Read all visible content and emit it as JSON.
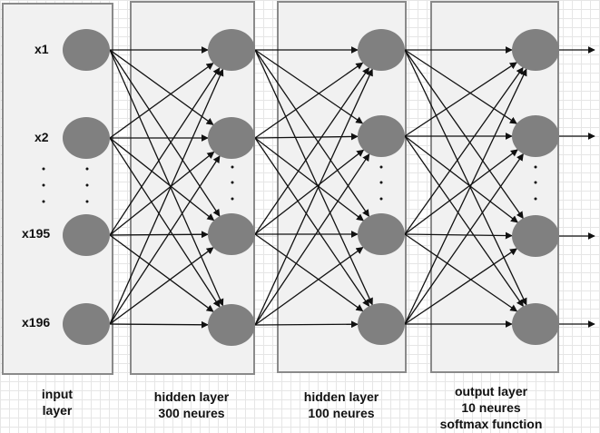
{
  "colors": {
    "neuron": "#808080",
    "layer_box_fill": "#f1f1f1",
    "layer_box_stroke": "#8a8a8a",
    "edge": "#111111",
    "grid": "#e6e6e6"
  },
  "inputs": [
    "x1",
    "x2",
    "x195",
    "x196"
  ],
  "layers": [
    {
      "id": "input",
      "lines": [
        "input",
        "layer"
      ]
    },
    {
      "id": "hidden1",
      "lines": [
        "hidden layer",
        "300 neures"
      ]
    },
    {
      "id": "hidden2",
      "lines": [
        "hidden layer",
        "100 neures"
      ]
    },
    {
      "id": "output",
      "lines": [
        "output layer",
        "10 neures",
        "softmax function"
      ]
    }
  ]
}
